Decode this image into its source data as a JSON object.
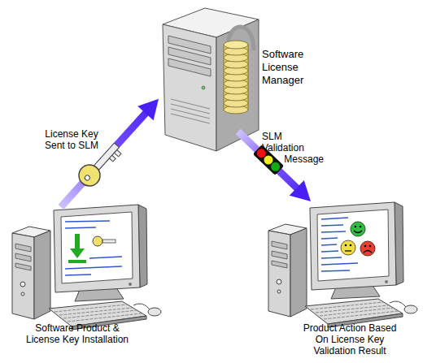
{
  "diagram": {
    "nodes": [
      {
        "text": [
          "Software License Manager"
        ]
      },
      {
        "text": [
          "Software Product & License Key Installation"
        ]
      },
      {
        "text": [
          "Product Action Based On License Key Validation Result"
        ]
      }
    ],
    "edges": [
      {
        "from": 1,
        "to": 0,
        "label": "License Key Sent to SLM",
        "arrow": "to"
      },
      {
        "from": 0,
        "to": 2,
        "label": "SLM Validation Message",
        "arrow": "to"
      }
    ]
  }
}
